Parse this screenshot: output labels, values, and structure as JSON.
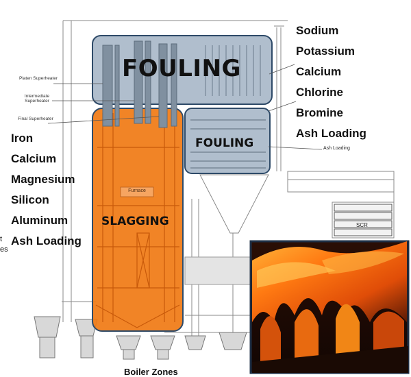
{
  "diagram": {
    "zones": {
      "fouling_upper": "FOULING",
      "fouling_back": "FOULING",
      "slagging": "SLAGGING"
    },
    "components": {
      "platen": "Platen Superheater",
      "intermediate": "Intermediate Superheater",
      "final": "Final Superheater",
      "furnace": "Furnace",
      "scr": "SCR",
      "ash_loading_small": "Ash Loading"
    },
    "fouling_elements": [
      "Sodium",
      "Potassium",
      "Calcium",
      "Chlorine",
      "Bromine",
      "Ash Loading"
    ],
    "slagging_elements": [
      "Iron",
      "Calcium",
      "Magnesium",
      "Silicon",
      "Aluminum",
      "Ash Loading"
    ],
    "cut_fragments": [
      "t",
      "es"
    ],
    "caption": "Boiler Zones"
  },
  "colors": {
    "fouling_fill": "#9fb0c2",
    "fouling_border": "#2e4a68",
    "slagging_fill": "#f07a14",
    "slagging_border": "#2e4a68",
    "line": "#777777"
  }
}
